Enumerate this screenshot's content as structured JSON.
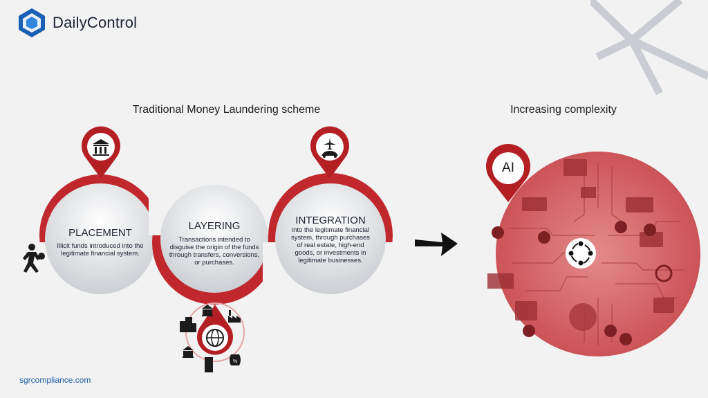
{
  "brand": {
    "name": "DailyControl"
  },
  "diagram": {
    "left_title": "Traditional Money Laundering scheme",
    "right_title": "Increasing complexity",
    "stages": [
      {
        "heading": "PLACEMENT",
        "description": "Illicit funds introduced into the legitimate financial system."
      },
      {
        "heading": "LAYERING",
        "description": "Transactions intended to disguise the origin of the funds through transfers, conversions, or purchases."
      },
      {
        "heading": "INTEGRATION",
        "description": "into the legitimate financial system, through purchases of real estate, high-end goods, or investments in legitimate businesses."
      }
    ],
    "ai_pin_label": "AI"
  },
  "footer": {
    "url": "sgrcompliance.com"
  },
  "colors": {
    "accent_red": "#c0282d",
    "dark": "#1e2130",
    "pin_border": "#b41f24"
  }
}
